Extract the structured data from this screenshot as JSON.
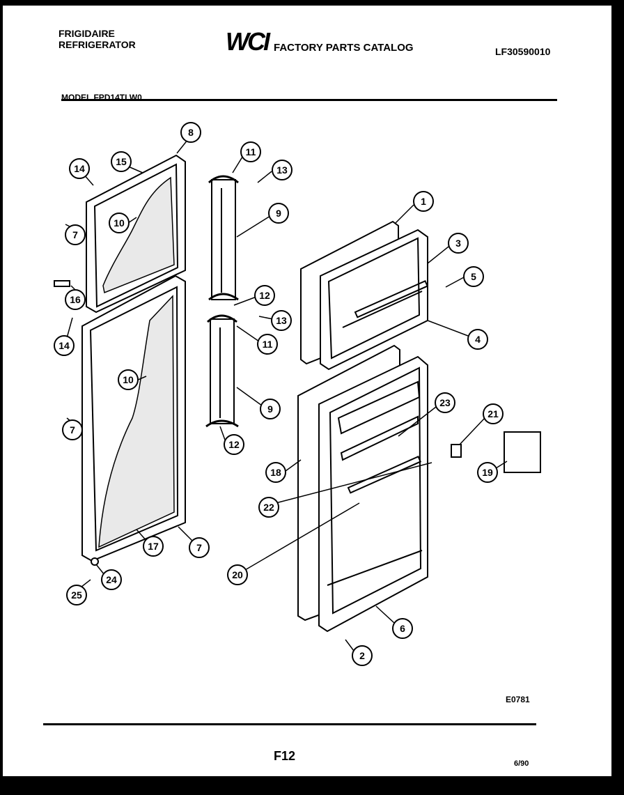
{
  "header": {
    "brand_line1": "FRIGIDAIRE",
    "brand_line2": "REFRIGERATOR",
    "logo": "WCI",
    "catalog_title": "FACTORY PARTS CATALOG",
    "part_number": "LF30590010",
    "model": "MODEL FPD14TLW0"
  },
  "footer": {
    "diagram_id": "E0781",
    "page": "F12",
    "date": "6/90"
  },
  "callouts": [
    "8",
    "14",
    "15",
    "7",
    "10",
    "16",
    "14",
    "10",
    "7",
    "17",
    "7",
    "24",
    "25",
    "11",
    "13",
    "9",
    "12",
    "13",
    "11",
    "9",
    "12",
    "1",
    "3",
    "5",
    "4",
    "23",
    "21",
    "19",
    "18",
    "22",
    "20",
    "6",
    "2"
  ]
}
